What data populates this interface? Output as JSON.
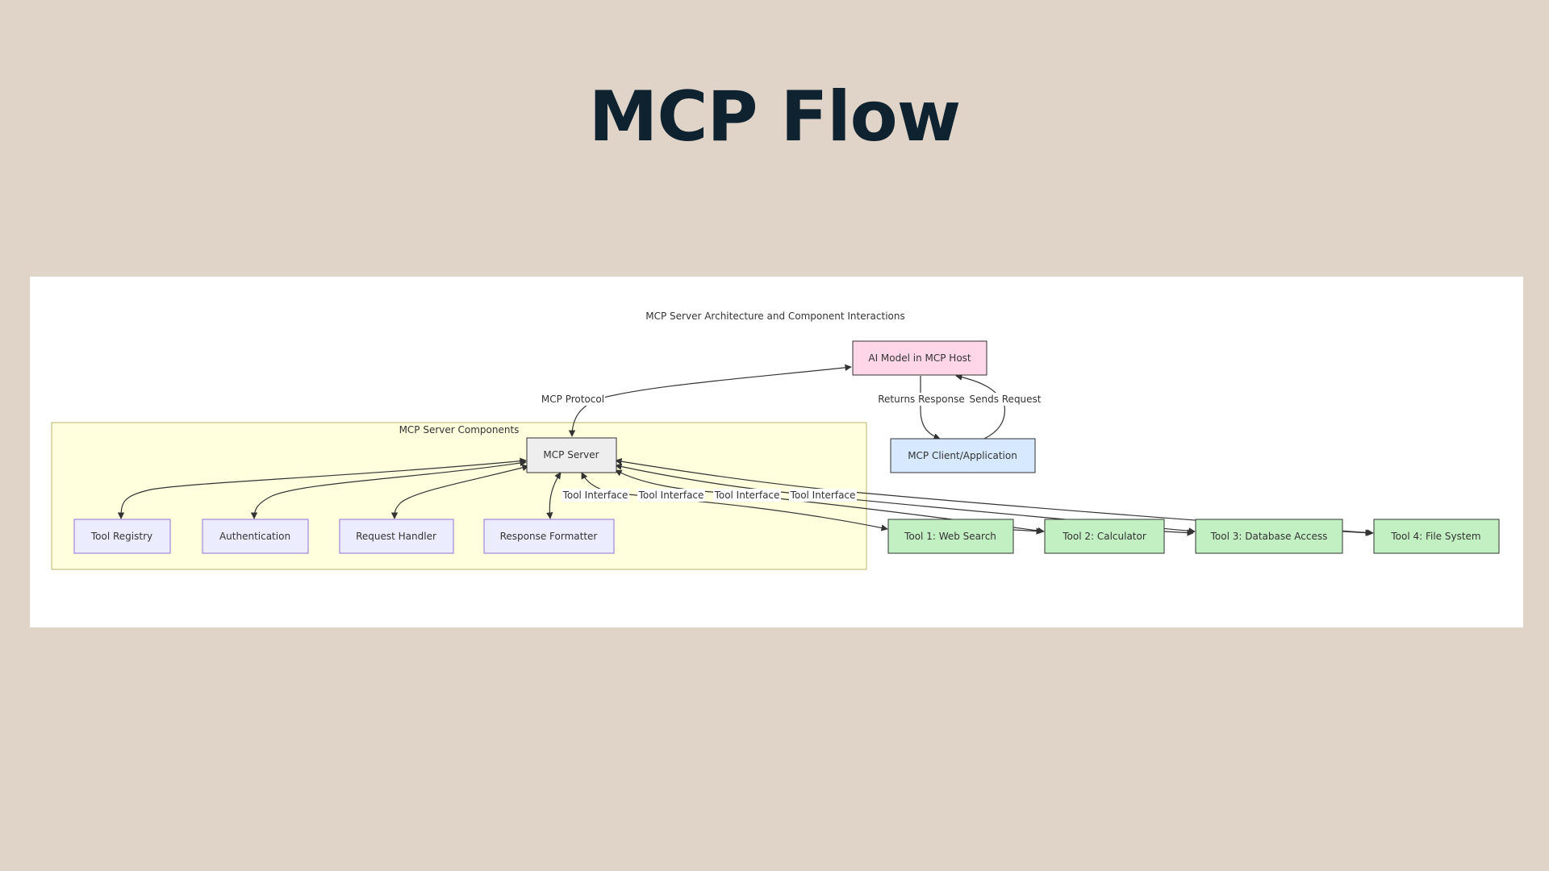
{
  "slide": {
    "title": "MCP Flow"
  },
  "diagram": {
    "title": "MCP Server Architecture and Component Interactions",
    "subgraph_title": "MCP Server Components",
    "nodes": {
      "ai_model": "AI Model in MCP Host",
      "client": "MCP Client/Application",
      "server": "MCP Server",
      "tool_registry": "Tool Registry",
      "authentication": "Authentication",
      "request_handler": "Request Handler",
      "response_formatter": "Response Formatter",
      "tool1": "Tool 1: Web Search",
      "tool2": "Tool 2: Calculator",
      "tool3": "Tool 3: Database Access",
      "tool4": "Tool 4: File System"
    },
    "edge_labels": {
      "mcp_protocol": "MCP Protocol",
      "returns_response": "Returns Response",
      "sends_request": "Sends Request",
      "tool_interface_1": "Tool Interface",
      "tool_interface_2": "Tool Interface",
      "tool_interface_3": "Tool Interface",
      "tool_interface_4": "Tool Interface"
    },
    "colors": {
      "ai_model_fill": "#ffd6e7",
      "client_fill": "#d6e9ff",
      "server_fill": "#eeeeee",
      "component_fill": "#ececff",
      "component_stroke": "#9370db",
      "tool_fill": "#c2f0c2",
      "subgraph_fill": "#ffffde",
      "subgraph_stroke": "#b8b36b"
    }
  }
}
